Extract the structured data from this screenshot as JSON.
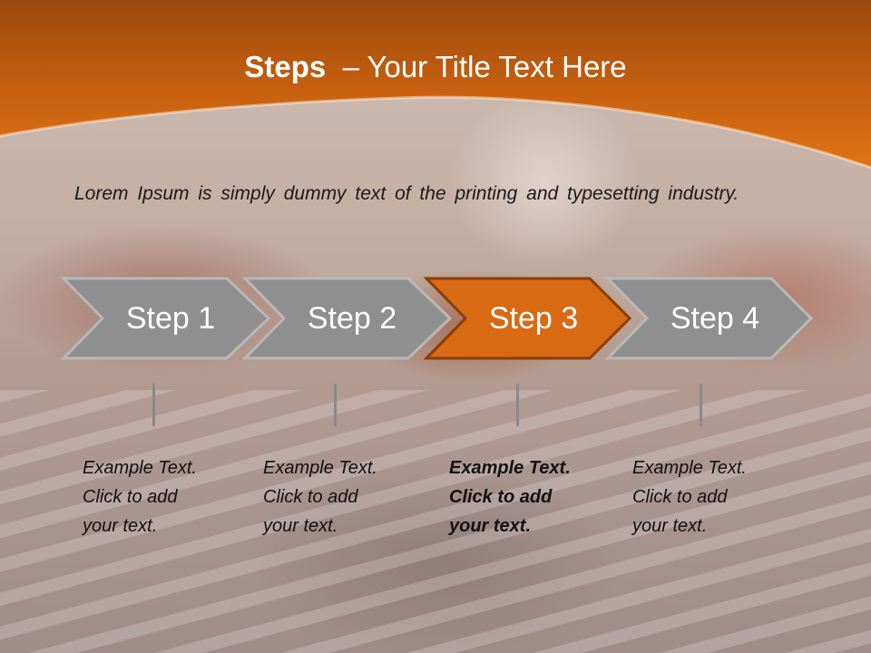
{
  "slide": {
    "title_strong": "Steps",
    "title_rest": "– Your Title Text Here",
    "intro": "Lorem Ipsum is simply dummy text of the printing and typesetting industry."
  },
  "steps": [
    {
      "label": "Step 1",
      "text": [
        "Example Text.",
        "Click  to add",
        "your text."
      ],
      "active": false
    },
    {
      "label": "Step 2",
      "text": [
        "Example Text.",
        "Click  to add",
        "your text."
      ],
      "active": false
    },
    {
      "label": "Step 3",
      "text": [
        "Example Text.",
        "Click  to add",
        "your text."
      ],
      "active": true
    },
    {
      "label": "Step 4",
      "text": [
        "Example Text.",
        "Click  to add",
        "your text."
      ],
      "active": false
    }
  ],
  "colors": {
    "accent": "#d86a14",
    "header_dark": "#a8500c",
    "chevron_gray": "#8f8f8f",
    "chevron_border": "#b4b4b4",
    "active_border": "#8a3e0a"
  }
}
